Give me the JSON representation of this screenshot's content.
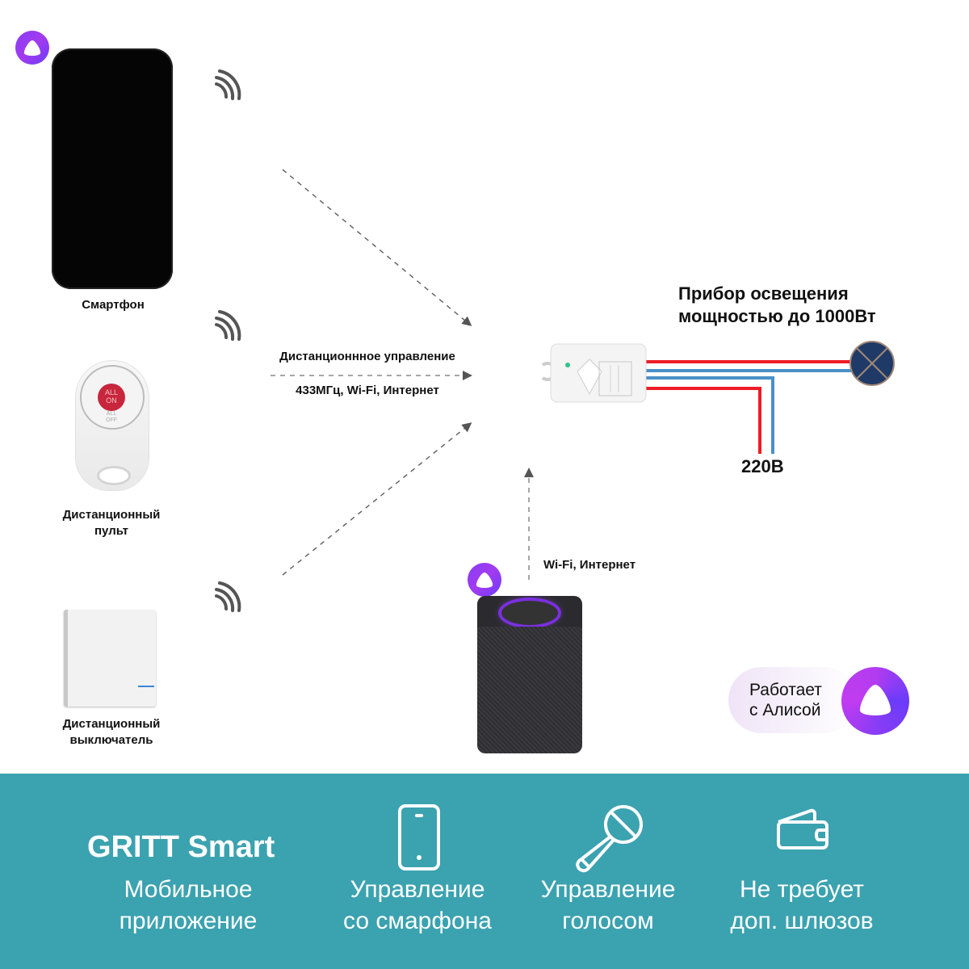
{
  "devices": {
    "smartphone": {
      "label": "Смартфон",
      "icon": "smartphone-image"
    },
    "remote": {
      "label_line1": "Дистанционный",
      "label_line2": "пульт",
      "buttons": {
        "all_on_1": "ALL",
        "all_on_2": "ON",
        "all_off_1": "ALL",
        "all_off_2": "OFF"
      }
    },
    "wall_switch": {
      "label_line1": "Дистанционный",
      "label_line2": "выключатель"
    },
    "smart_speaker": {
      "icon": "yandex-station-image"
    }
  },
  "connections": {
    "remote_control_title": "Дистанционнное управление",
    "remote_control_protocols": "433МГц, Wi-Fi, Интернет",
    "speaker_link": "Wi-Fi, Интернет"
  },
  "relay": {
    "icon": "wifi-relay-module"
  },
  "lamp": {
    "title_line1": "Прибор освещения",
    "title_line2": "мощностью до 1000Вт"
  },
  "power": {
    "voltage_label": "220В"
  },
  "alice_badge": {
    "line1": "Работает",
    "line2": "с Алисой"
  },
  "colors": {
    "footer_bg": "#3ba2b0",
    "wire_phase": "#ee1c25",
    "wire_neutral": "#4a90c8",
    "lamp_fill": "#1f3a66",
    "alice_purple": "#8a3cf5"
  },
  "footer": {
    "brand": "GRITT Smart",
    "brand_caption_line1": "Мобильное",
    "brand_caption_line2": "приложение",
    "features": [
      {
        "icon": "smartphone-icon",
        "line1": "Управление",
        "line2": "со смарфона"
      },
      {
        "icon": "microphone-icon",
        "line1": "Управление",
        "line2": "голосом"
      },
      {
        "icon": "wallet-icon",
        "line1": "Не требует",
        "line2": "доп. шлюзов"
      }
    ]
  }
}
